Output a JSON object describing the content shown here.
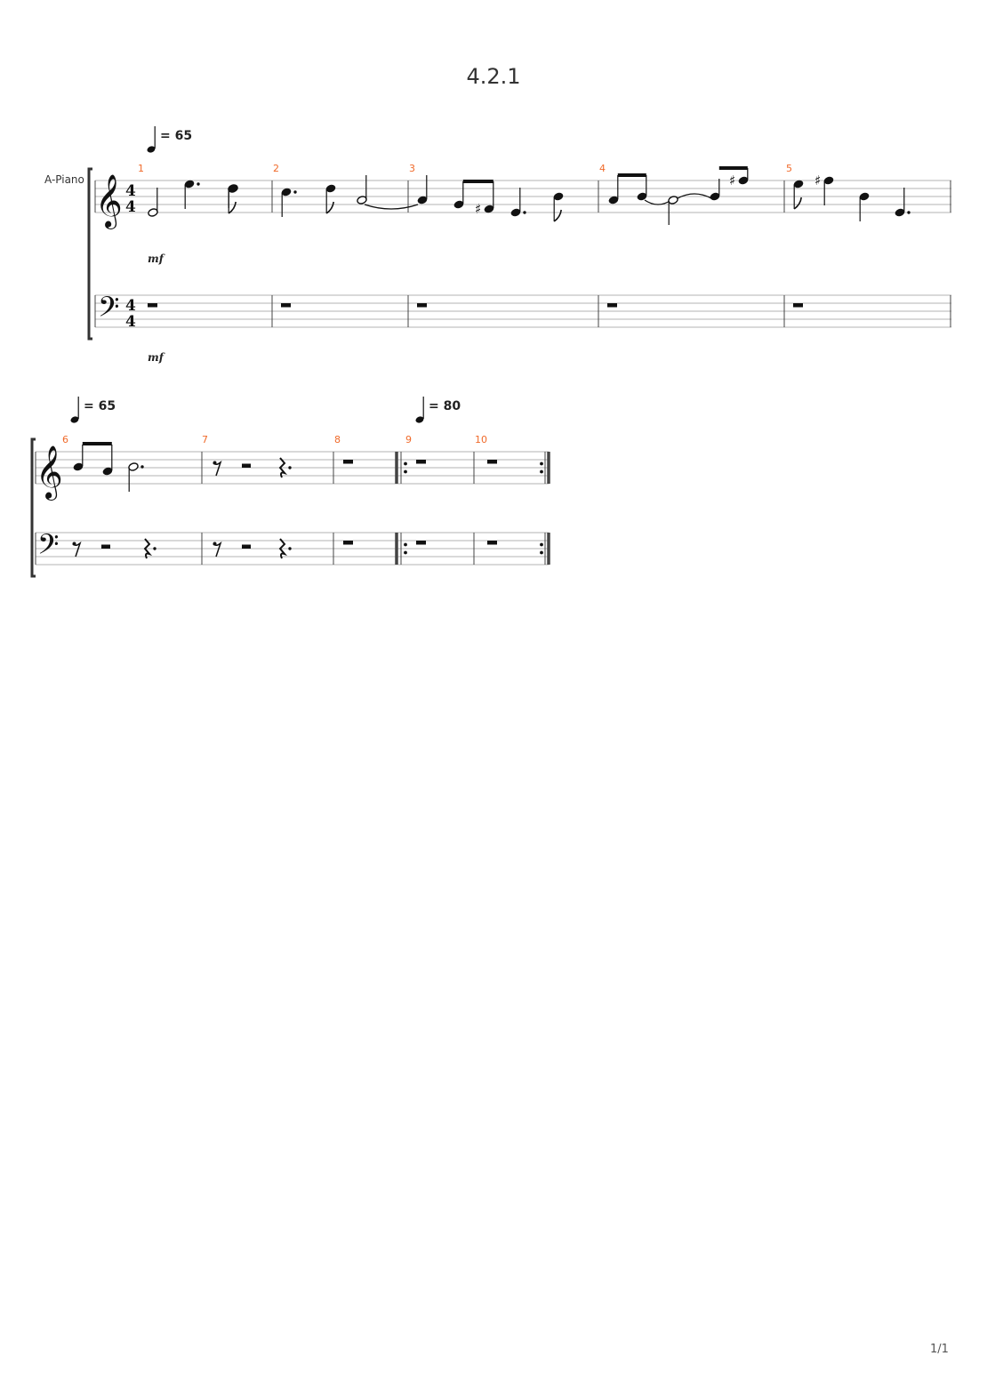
{
  "score": {
    "title": "4.2.1",
    "page": "1/1",
    "instrument": "A-Piano",
    "time_signature": {
      "numerator": "4",
      "denominator": "4"
    },
    "tempo_prefix": "= ",
    "dynamics": "mf",
    "systems": [
      {
        "tempo_marks": [
          {
            "bpm": "65",
            "at_measure": "1"
          }
        ],
        "measures": [
          "1",
          "2",
          "3",
          "4",
          "5"
        ]
      },
      {
        "tempo_marks": [
          {
            "bpm": "65",
            "at_measure": "6"
          },
          {
            "bpm": "80",
            "at_measure": "9"
          }
        ],
        "measures": [
          "6",
          "7",
          "8",
          "9",
          "10"
        ],
        "repeat": {
          "start_measure": "9",
          "end_measure": "10"
        }
      }
    ]
  },
  "colors": {
    "measure_number": "#f06a2a",
    "staff_line": "#9a9a9a",
    "ink": "#111111"
  }
}
